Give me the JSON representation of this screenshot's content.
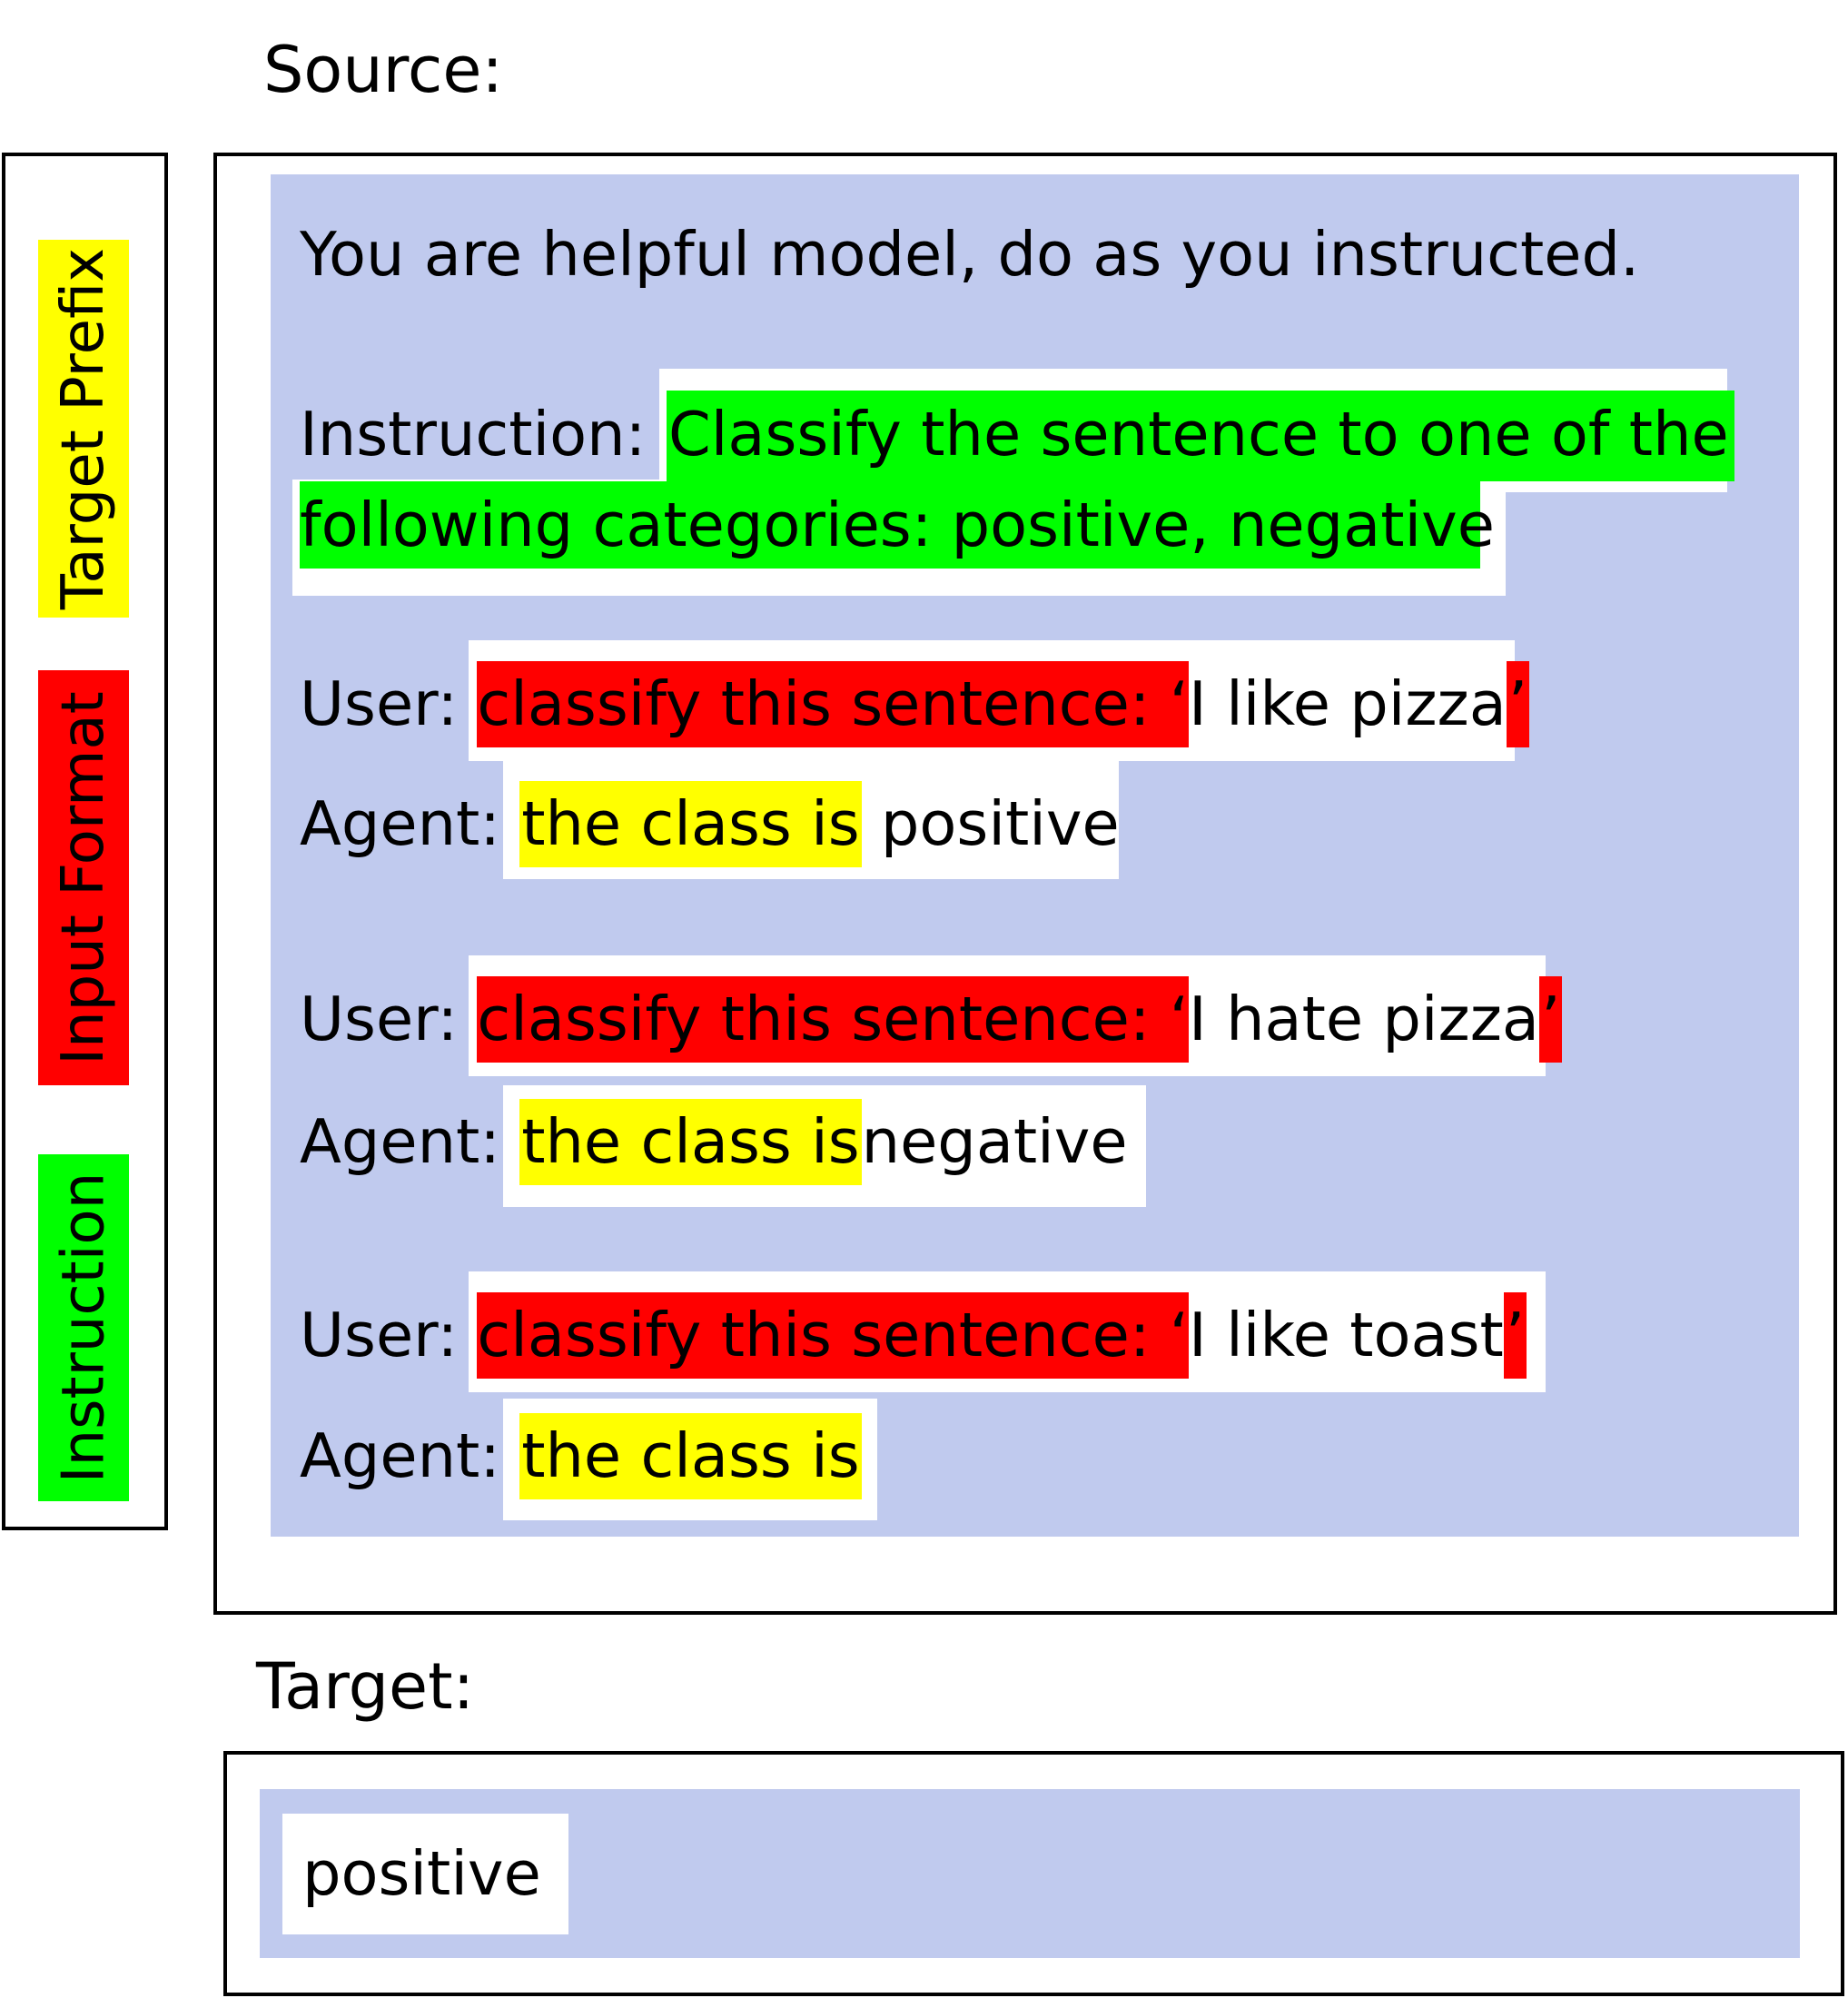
{
  "source_label": "Source:",
  "target_label": "Target:",
  "legend": {
    "target_prefix": "Target Prefix",
    "input_format": "Input Format",
    "instruction": "Instruction"
  },
  "colors": {
    "panel": "#c0caee",
    "instruction": "#00ff00",
    "input_format": "#ff0000",
    "target_prefix": "#ffff00"
  },
  "system_line": "You are helpful model, do as you instructed.",
  "instruction": {
    "prefix": "Instruction: ",
    "text_line1": "Classify the sentence to one of the",
    "text_line2": "following categories: positive, negative"
  },
  "examples": [
    {
      "user_prefix": "User: ",
      "user_format": "classify this sentence: ‘",
      "user_text": "I like pizza",
      "user_close": "’",
      "agent_prefix": "Agent: ",
      "agent_target_prefix": "the class is",
      "agent_answer": " positive"
    },
    {
      "user_prefix": "User: ",
      "user_format": "classify this sentence: ‘",
      "user_text": "I hate pizza",
      "user_close": "’",
      "agent_prefix": "Agent: ",
      "agent_target_prefix": "the class is",
      "agent_answer": "negative"
    },
    {
      "user_prefix": "User: ",
      "user_format": "classify this sentence: ‘",
      "user_text": "I like toast",
      "user_close": "’",
      "agent_prefix": "Agent: ",
      "agent_target_prefix": "the class is",
      "agent_answer": ""
    }
  ],
  "target_answer": "positive"
}
